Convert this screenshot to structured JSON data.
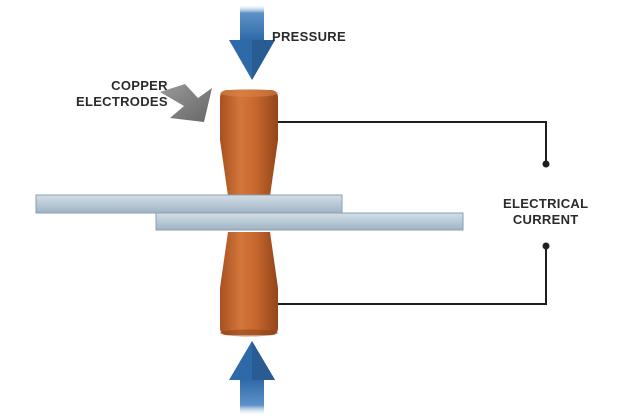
{
  "labels": {
    "pressure": "PRESSURE",
    "copper_line1": "COPPER",
    "copper_line2": "ELECTRODES",
    "electrical_line1": "ELECTRICAL",
    "electrical_line2": "CURRENT"
  },
  "colors": {
    "arrow_blue": "#2f6aa8",
    "arrow_gray": "#7a7a7a",
    "copper": "#c9682e",
    "copper_dark": "#9e4a1c",
    "sheet": "#b9c9d6",
    "sheet_edge": "#8aa0b2",
    "wire": "#1e1e1e",
    "text": "#2b2b2b"
  },
  "icons": {
    "top_arrow": "arrow-down-icon",
    "bottom_arrow": "arrow-up-icon",
    "pointer_arrow": "arrow-down-right-icon"
  }
}
